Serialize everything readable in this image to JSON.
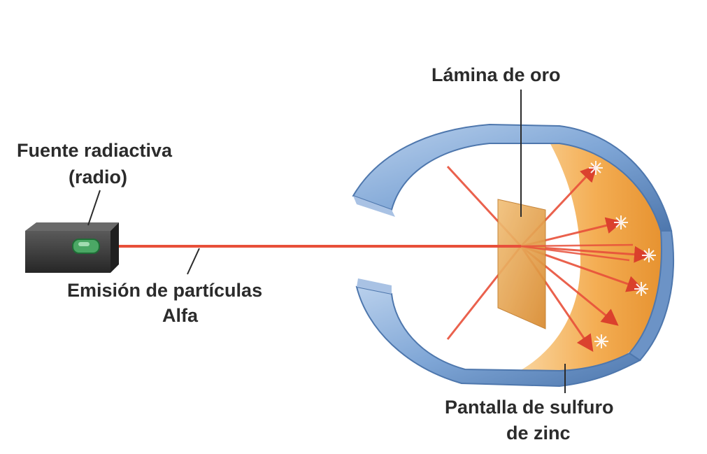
{
  "labels": {
    "source_line1": "Fuente radiactiva",
    "source_line2": "(radio)",
    "foil": "Lámina de oro",
    "emission_line1": "Emisión de partículas",
    "emission_line2": "Alfa",
    "screen_line1": "Pantalla de sulfuro",
    "screen_line2": "de zinc"
  },
  "colors": {
    "ring_blue": "#7fa6d6",
    "ring_blue_dark": "#4e77ad",
    "screen_orange": "#f3a94a",
    "foil_orange": "#e9a54e",
    "beam_red": "#e8503a",
    "box_dark": "#3a3a3a"
  }
}
